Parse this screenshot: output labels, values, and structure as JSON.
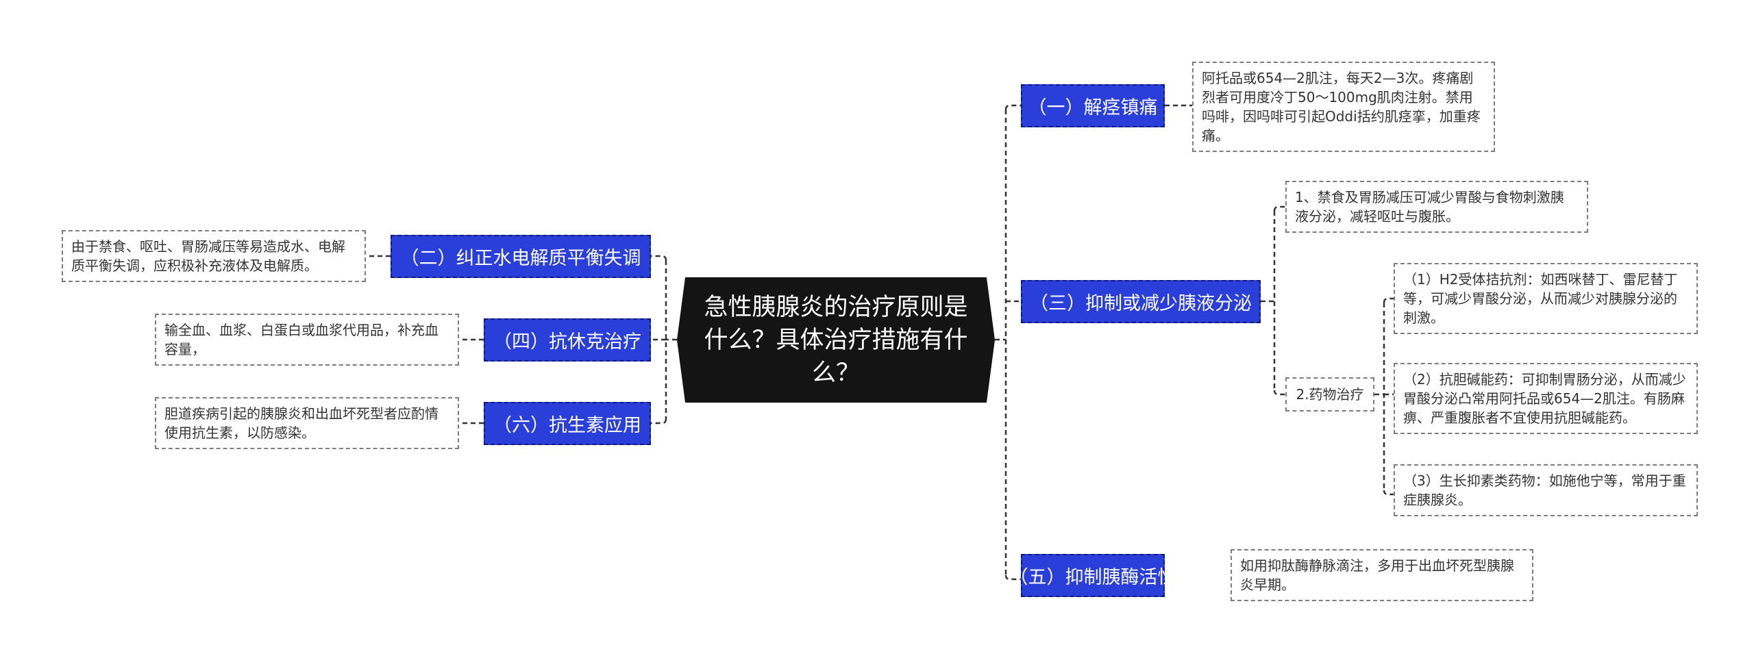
{
  "root": {
    "title": "急性胰腺炎的治疗原则是什么？具体治疗措施有什么？"
  },
  "right_branches": [
    {
      "label": "（一）解痉镇痛",
      "detail": "阿托品或654—2肌注，每天2—3次。疼痛剧烈者可用度冷丁50～100mg肌肉注射。禁用吗啡，因吗啡可引起Oddi括约肌痉挛，加重疼痛。"
    },
    {
      "label": "（三）抑制或减少胰液分泌",
      "detail": "1、禁食及胃肠减压可减少胃酸与食物刺激胰液分泌，减轻呕吐与腹胀。",
      "sub": {
        "label": "2.药物治疗",
        "items": [
          "（1）H2受体拮抗剂：如西咪替丁、雷尼替丁等，可减少胃酸分泌，从而减少对胰腺分泌的刺激。",
          "（2）抗胆碱能药：可抑制胃肠分泌，从而减少胃酸分泌凸常用阿托品或654—2肌注。有肠麻痹、严重腹胀者不宜使用抗胆碱能药。",
          "（3）生长抑素类药物：如施他宁等，常用于重症胰腺炎。"
        ]
      }
    },
    {
      "label": "（五）抑制胰酶活性",
      "detail": "如用抑肽酶静脉滴注，多用于出血坏死型胰腺炎早期。"
    }
  ],
  "left_branches": [
    {
      "label": "（二）纠正水电解质平衡失调",
      "detail": "由于禁食、呕吐、胃肠减压等易造成水、电解质平衡失调，应积极补充液体及电解质。"
    },
    {
      "label": "（四）抗休克治疗",
      "detail": "输全血、血浆、白蛋白或血浆代用品，补充血容量，"
    },
    {
      "label": "（六）抗生素应用",
      "detail": "胆道疾病引起的胰腺炎和出血坏死型者应酌情使用抗生素，以防感染。"
    }
  ],
  "colors": {
    "branch_fill": "#2a3fd9",
    "root_fill": "#141414",
    "connector": "#333333"
  }
}
